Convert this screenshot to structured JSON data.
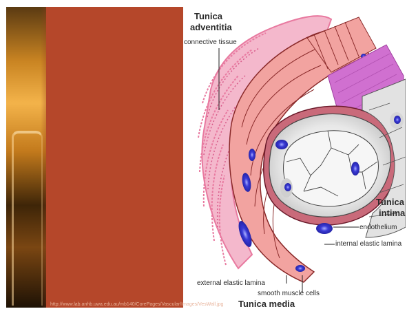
{
  "slide": {
    "credit_text": "http://www.lab.anhb.uwa.edu.au/mb140/CorePages/Vascular/Images/VesWall.jpg"
  },
  "diagram": {
    "labels": {
      "tunica_adventitia_line1": "Tunica",
      "tunica_adventitia_line2": "adventitia",
      "connective_tissue": "connective tissue",
      "tunica_intima_line1": "Tunica",
      "tunica_intima_line2": "intima",
      "endothelium": "endothelium",
      "internal_elastic_lamina": "internal elastic lamina",
      "external_elastic_lamina": "external elastic lamina",
      "smooth_muscle_cells": "smooth muscle cells",
      "tunica_media": "Tunica media"
    },
    "colors": {
      "adventitia": "#e87aa0",
      "media": "#f2a3a0",
      "intima": "#e6e6e6",
      "nucleus": "#3a3ad6",
      "elastic_lamina": "#b040b0"
    }
  }
}
